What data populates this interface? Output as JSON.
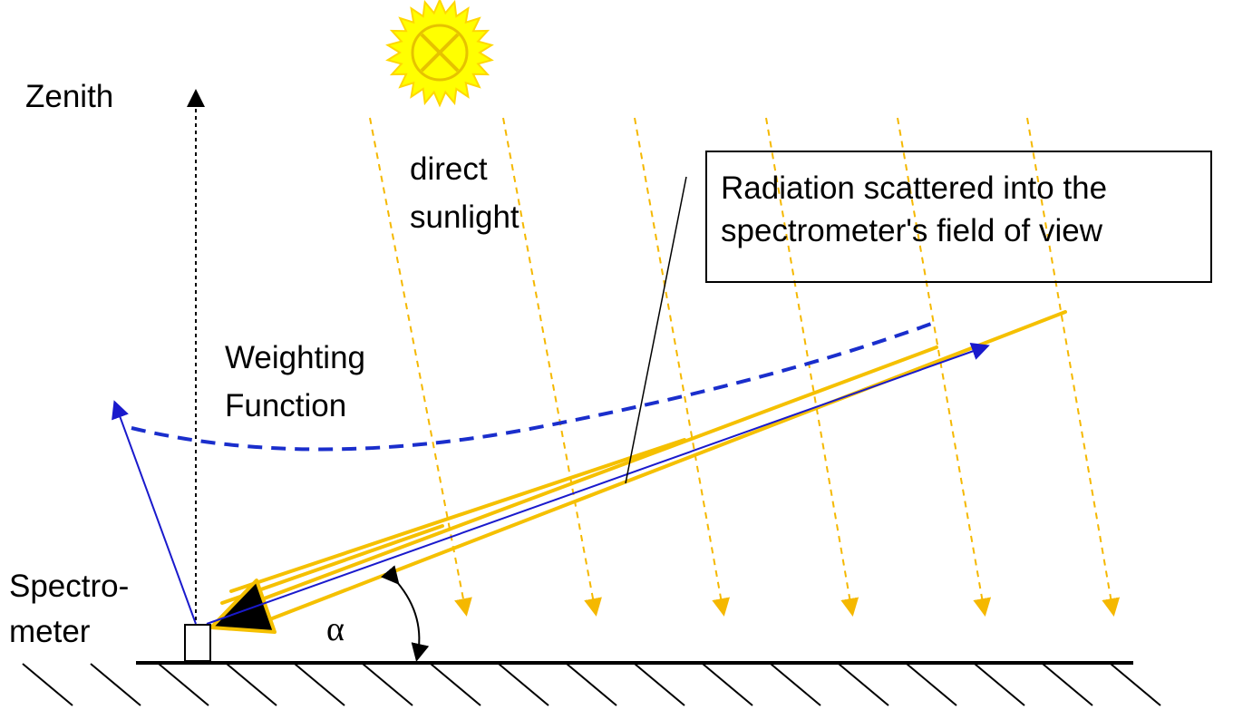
{
  "labels": {
    "zenith": "Zenith",
    "direct_sunlight_line1": "direct",
    "direct_sunlight_line2": "sunlight",
    "radiation_line1": "Radiation scattered into the",
    "radiation_line2": "spectrometer's field of view",
    "weighting_line1": "Weighting",
    "weighting_line2": "Function",
    "spectrometer_line1": "Spectro-",
    "spectrometer_line2": "meter",
    "alpha": "α"
  },
  "colors": {
    "sun_fill": "#ffff00",
    "sun_outline": "#ffd700",
    "sunlight_rays": "#f5b800",
    "scattered_rays": "#f5c000",
    "weighting_curve": "#1a2ecc",
    "line_of_sight": "#1a1acc",
    "ground": "#000000"
  },
  "icons": {
    "sun": "sun-with-cross-icon",
    "spectrometer": "spectrometer-box-icon"
  }
}
